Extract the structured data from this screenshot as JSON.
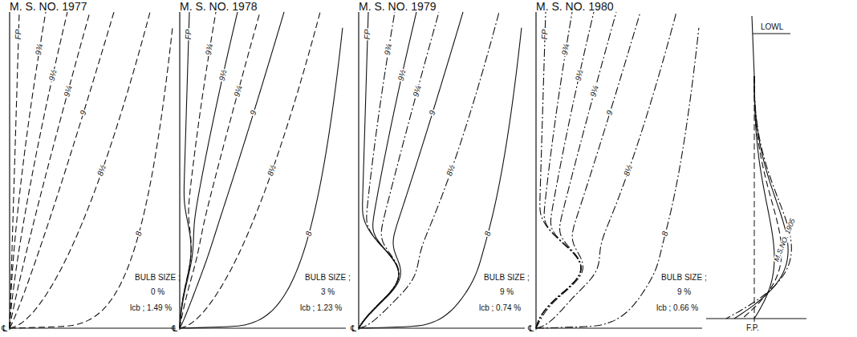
{
  "diagram": {
    "labels": [
      "M. S. NO. 1977",
      "FP",
      "9¾",
      "9½",
      "9¼",
      "9",
      "8½",
      "8",
      "BULB SIZE ;",
      "0 %",
      "lcb ;  1.49 %",
      "℄",
      "M. S. NO. 1978",
      "FP",
      "9¾",
      "9½",
      "9¼",
      "9",
      "8½",
      "8",
      "BULB SIZE ;",
      "3 %",
      "lcb ;  1.23 %",
      "℄",
      "M. S. NO. 1979",
      "FP",
      "9¾",
      "9½",
      "9¼",
      "9",
      "8½",
      "8",
      "BULB SIZE ;",
      "9 %",
      "lcb ;  0.74 %",
      "℄",
      "M. S. NO. 1980",
      "FP",
      "9¾",
      "9½",
      "9¼",
      "9",
      "8½",
      "8",
      "BULB SIZE ;",
      "9 %",
      "lcb ;  0.66 %",
      "℄",
      "LOWL",
      "M.S.NO. 1905",
      "F.P."
    ]
  }
}
